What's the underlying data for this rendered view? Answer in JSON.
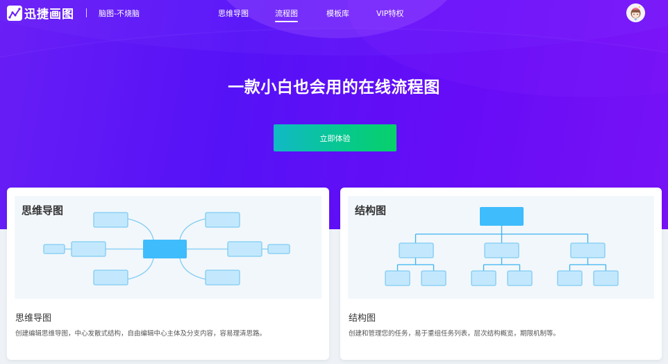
{
  "nav": {
    "logo_text": "迅捷画图",
    "slogan": "脑图-不烧脑",
    "links": [
      {
        "label": "思维导图",
        "active": false
      },
      {
        "label": "流程图",
        "active": true
      },
      {
        "label": "模板库",
        "active": false
      },
      {
        "label": "VIP特权",
        "active": false
      }
    ],
    "avatar_icon": "user-avatar"
  },
  "hero": {
    "title": "一款小白也会用的在线流程图",
    "cta_label": "立即体验"
  },
  "cards": [
    {
      "preview_title": "思维导图",
      "title": "思维导图",
      "description": "创建编辑思维导图，中心发散式结构，自由编辑中心主体及分支内容，容易理清思路。"
    },
    {
      "preview_title": "结构图",
      "title": "结构图",
      "description": "创建和管理您的任务，易于重组任务列表，层次结构概览，期限机制等。"
    }
  ],
  "colors": {
    "hero_purple": "#5a12f7",
    "cta_start": "#11b9c6",
    "cta_end": "#08d06a",
    "node_fill": "#c3e8fd",
    "node_stroke": "#7fcbf2",
    "root_fill": "#3fbcfc",
    "preview_bg": "#f2f7fb"
  }
}
